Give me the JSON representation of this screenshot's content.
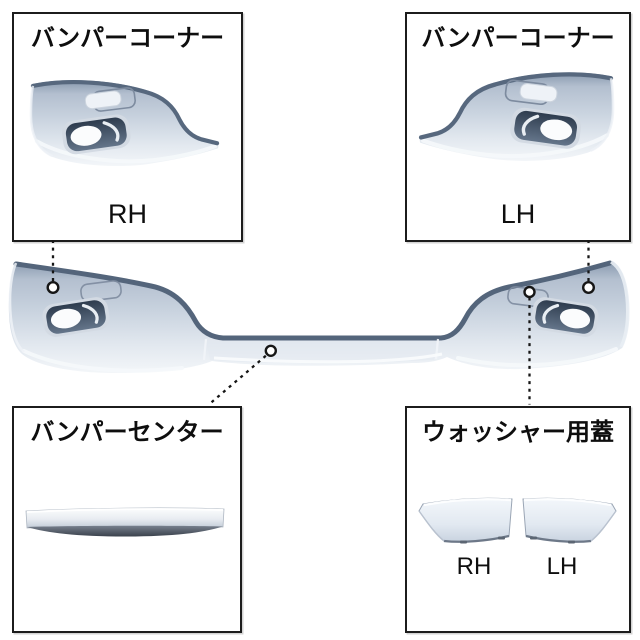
{
  "diagram": {
    "background": "#ffffff",
    "border_color": "#1c1c1c",
    "chrome_light": "#c9d3df",
    "chrome_dark": "#54657b",
    "boxes": {
      "top_left": {
        "title": "バンパーコーナー",
        "side_label": "RH"
      },
      "top_right": {
        "title": "バンパーコーナー",
        "side_label": "LH"
      },
      "bottom_left": {
        "title": "バンパーセンター"
      },
      "bottom_right": {
        "title": "ウォッシャー用蓋",
        "side_label_rh": "RH",
        "side_label_lh": "LH"
      }
    }
  }
}
